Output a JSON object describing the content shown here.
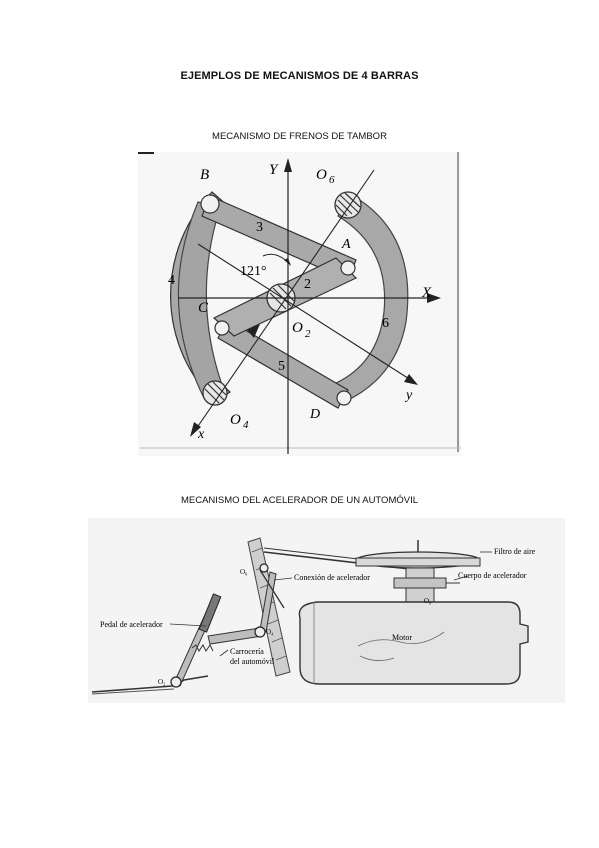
{
  "page": {
    "title": "EJEMPLOS DE MECANISMOS DE 4 BARRAS"
  },
  "figure1": {
    "caption": "MECANISMO DE FRENOS DE TAMBOR",
    "labels": {
      "B": "B",
      "Y": "Y",
      "O6": "O",
      "O6_sub": "6",
      "A": "A",
      "n3": "3",
      "n4": "4",
      "angle": "121°",
      "n2": "2",
      "X": "X",
      "C": "C",
      "O2": "O",
      "O2_sub": "2",
      "n6": "6",
      "n5": "5",
      "y": "y",
      "x": "x",
      "O4": "O",
      "O4_sub": "4",
      "D": "D"
    }
  },
  "figure2": {
    "caption": "MECANISMO DEL ACELERADOR DE UN AUTOMÓVIL",
    "labels": {
      "filtro": "Filtro de aire",
      "o6": "O₆",
      "conexion": "Conexión de acelerador",
      "cuerpo": "Cuerpo de acelerador",
      "o8": "O₈",
      "pedal": "Pedal de acelerador",
      "o4": "O₄",
      "motor": "Motor",
      "carroceria1": "Carrocería",
      "carroceria2": "del automóvil",
      "o2": "O₂"
    }
  }
}
